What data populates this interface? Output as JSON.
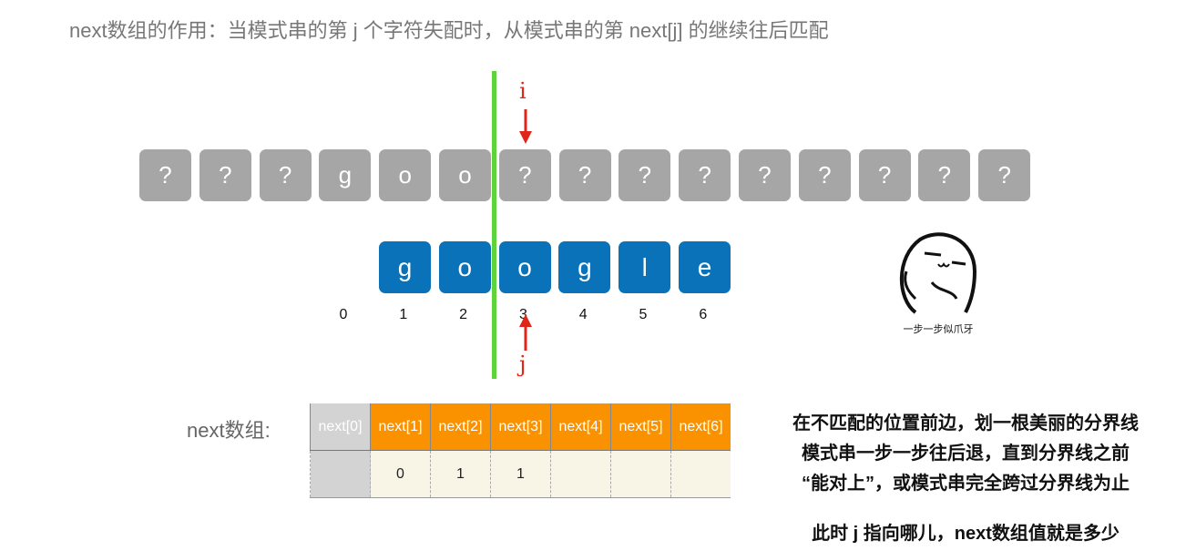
{
  "title": "next数组的作用：当模式串的第 j 个字符失配时，从模式串的第 next[j] 的继续往后匹配",
  "text_chars": [
    "?",
    "?",
    "?",
    "g",
    "o",
    "o",
    "?",
    "?",
    "?",
    "?",
    "?",
    "?",
    "?",
    "?",
    "?"
  ],
  "pattern_chars": [
    "g",
    "o",
    "o",
    "g",
    "l",
    "e"
  ],
  "indices": [
    "0",
    "1",
    "2",
    "3",
    "4",
    "5",
    "6"
  ],
  "pointer_i": "i",
  "pointer_j": "j",
  "meme_caption": "一步一步似爪牙",
  "table_label": "next数组:",
  "table_headers": [
    "next[0]",
    "next[1]",
    "next[2]",
    "next[3]",
    "next[4]",
    "next[5]",
    "next[6]"
  ],
  "table_values": [
    "",
    "0",
    "1",
    "1",
    "",
    "",
    ""
  ],
  "notes": [
    "在不匹配的位置前边，划一根美丽的分界线",
    "模式串一步一步往后退，直到分界线之前",
    "“能对上”，或模式串完全跨过分界线为止",
    "此时 j 指向哪儿，next数组值就是多少"
  ],
  "colors": {
    "text_box": "#a6a6a6",
    "pattern_box": "#0972b8",
    "divider": "#5ed33b",
    "pointer": "#e0261a",
    "header": "#fa9200"
  }
}
